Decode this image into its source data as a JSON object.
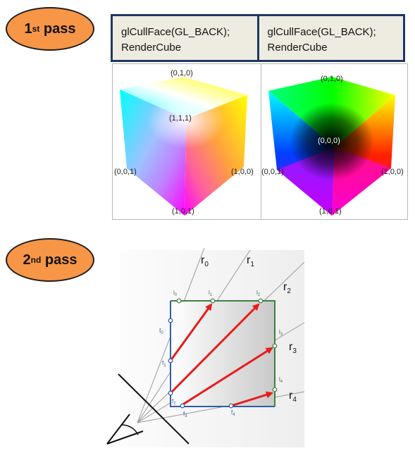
{
  "pass1": {
    "prefix": "1",
    "sup": "st",
    "suffix": " pass"
  },
  "pass2": {
    "prefix": "2",
    "sup": "nd",
    "suffix": " pass"
  },
  "code_boxes": [
    {
      "line1": "glCullFace(GL_BACK);",
      "line2": "RenderCube"
    },
    {
      "line1": "glCullFace(GL_BACK);",
      "line2": "RenderCube"
    }
  ],
  "cube_left": {
    "top": "(0,1,0)",
    "center": "(1,1,1)",
    "left": "(0,0,1)",
    "right": "(1,0,0)",
    "bottom": "(1,0,1)"
  },
  "cube_right": {
    "top": "(0,1,0)",
    "center": "(0,0,0)",
    "left": "(0,0,1)",
    "right": "(1,0,0)",
    "bottom": "(1,0,1)"
  },
  "rays": [
    "r",
    "r",
    "r",
    "r",
    "r"
  ],
  "ray_subs": [
    "0",
    "1",
    "2",
    "3",
    "4"
  ],
  "l_subs": [
    "0",
    "1",
    "2",
    "3",
    "4"
  ],
  "f_subs": [
    "0",
    "1",
    "2",
    "3",
    "4"
  ],
  "colors": {
    "pill": "#f79646",
    "code_border": "#1f3864",
    "code_bg": "#eeece1",
    "arrow": "#e81b1b",
    "box_blue": "#2e5ea8",
    "box_green": "#3f7f3f"
  }
}
